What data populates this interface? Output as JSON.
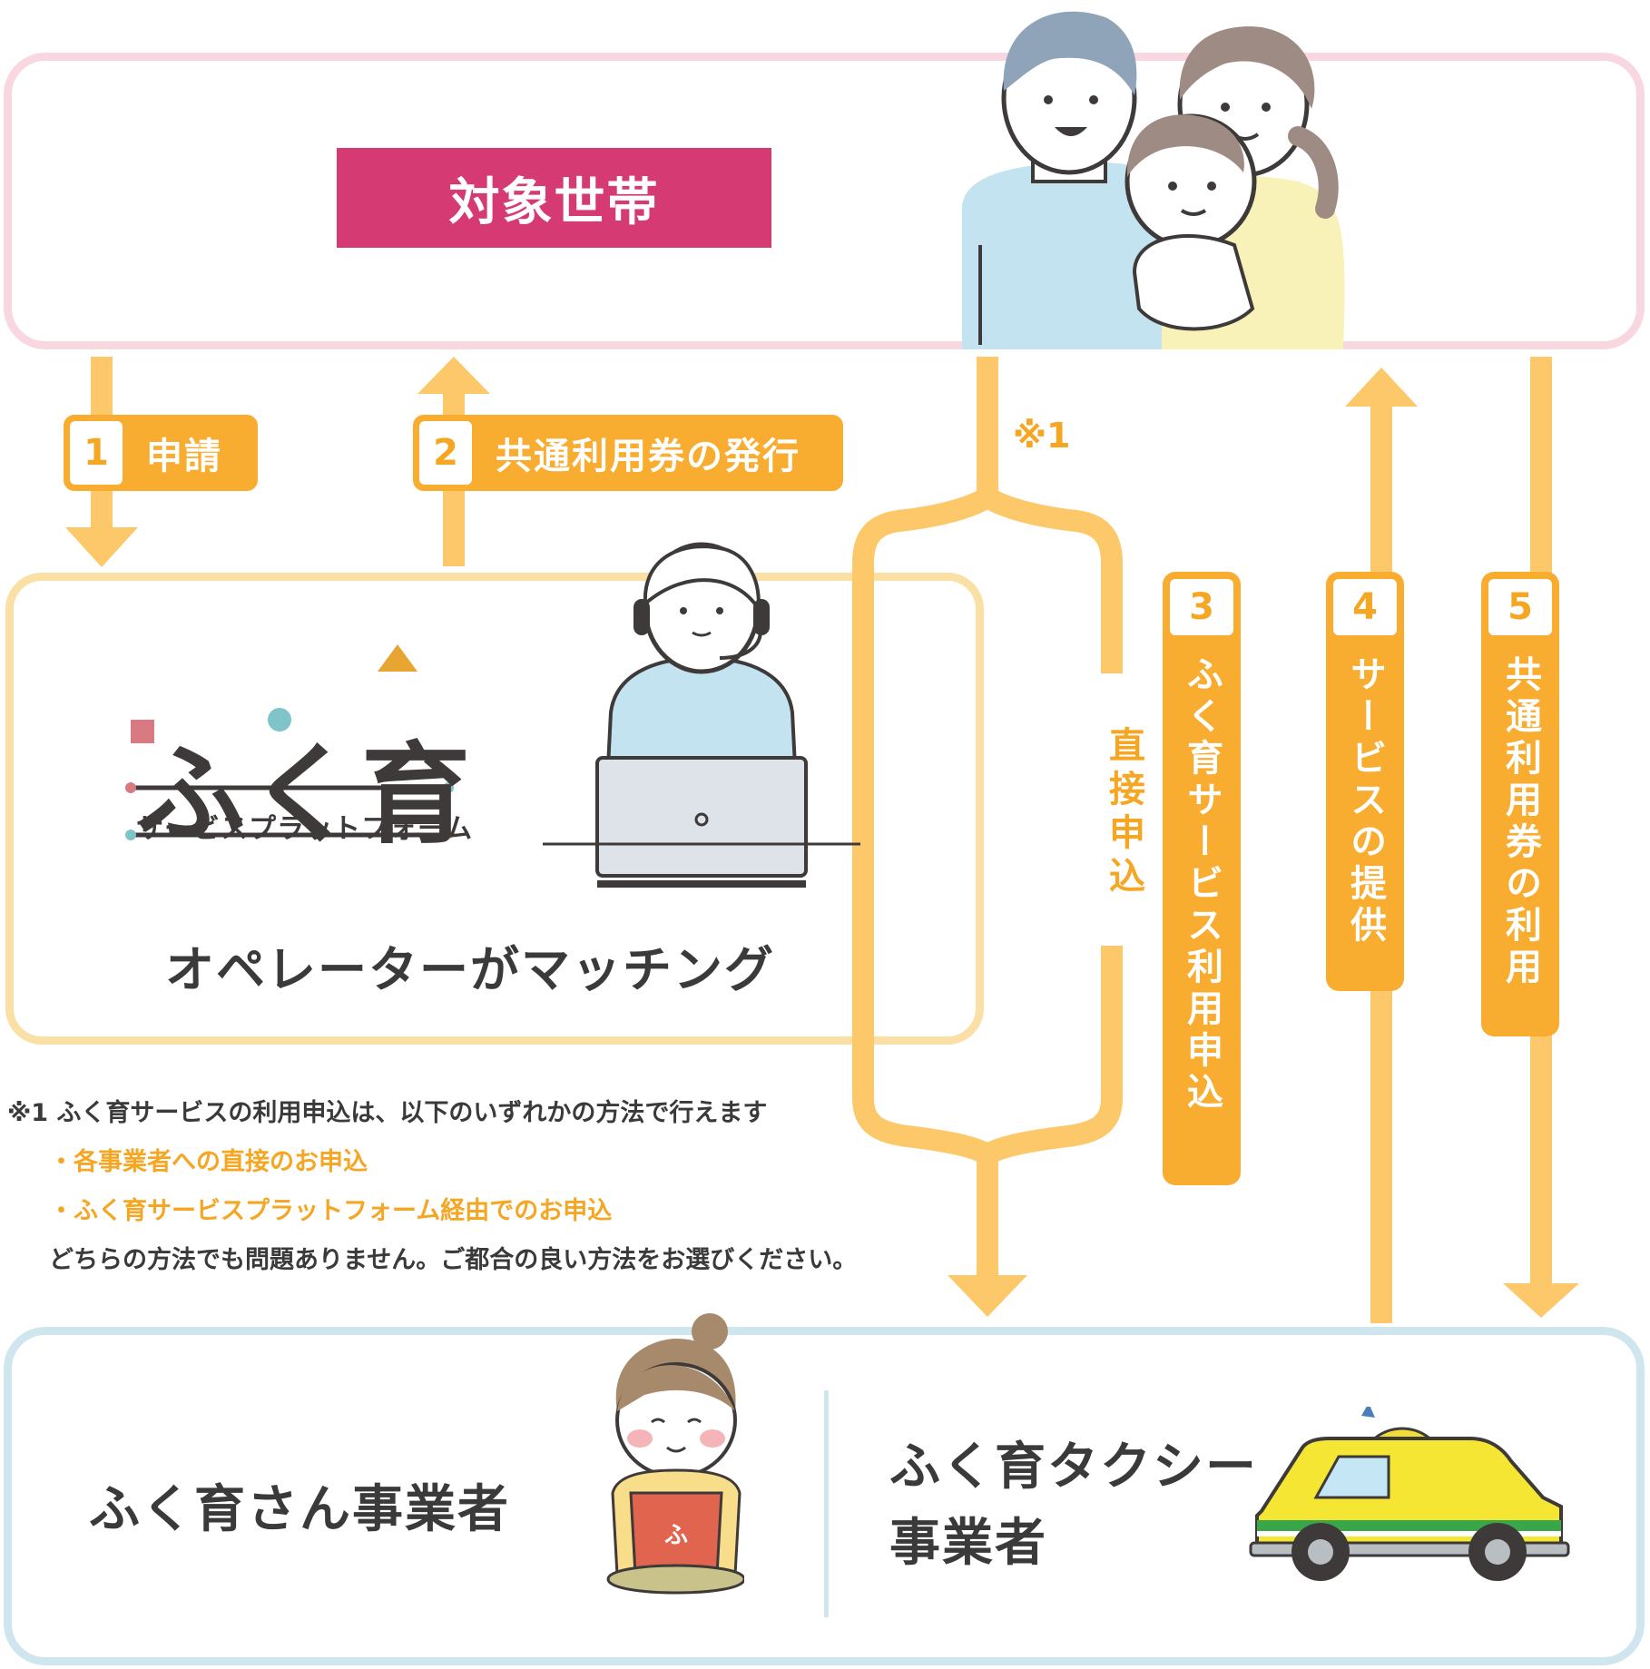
{
  "household": {
    "title": "対象世帯"
  },
  "steps": [
    {
      "num": "1",
      "label": "申請"
    },
    {
      "num": "2",
      "label": "共通利用券の発行"
    },
    {
      "num": "3",
      "label": "ふく育サービス利用申込"
    },
    {
      "num": "4",
      "label": "サービスの提供"
    },
    {
      "num": "5",
      "label": "共通利用券の利用"
    }
  ],
  "note_mark": "※1",
  "direct_application": "直接申込",
  "platform": {
    "logo_main": "ふく育",
    "logo_sub": "サービスプラットフォーム",
    "caption": "オペレーターがマッチング"
  },
  "note": {
    "line1": "※1 ふく育サービスの利用申込は、以下のいずれかの方法で行えます",
    "bullet1": "・各事業者への直接のお申込",
    "bullet2": "・ふく育サービスプラットフォーム経由でのお申込",
    "line4": "どちらの方法でも問題ありません。ご都合の良い方法をお選びください。"
  },
  "providers": {
    "left": "ふく育さん事業者",
    "right_line1": "ふく育タクシー",
    "right_line2": "事業者",
    "apron_char": "ふ"
  },
  "colors": {
    "arrow": "#fcc86a",
    "pill": "#f8ac30",
    "banner": "#d63a72",
    "household_border": "#f8d7e0",
    "operator_border": "#fbe0a6",
    "provider_border": "#cfe6ef"
  }
}
